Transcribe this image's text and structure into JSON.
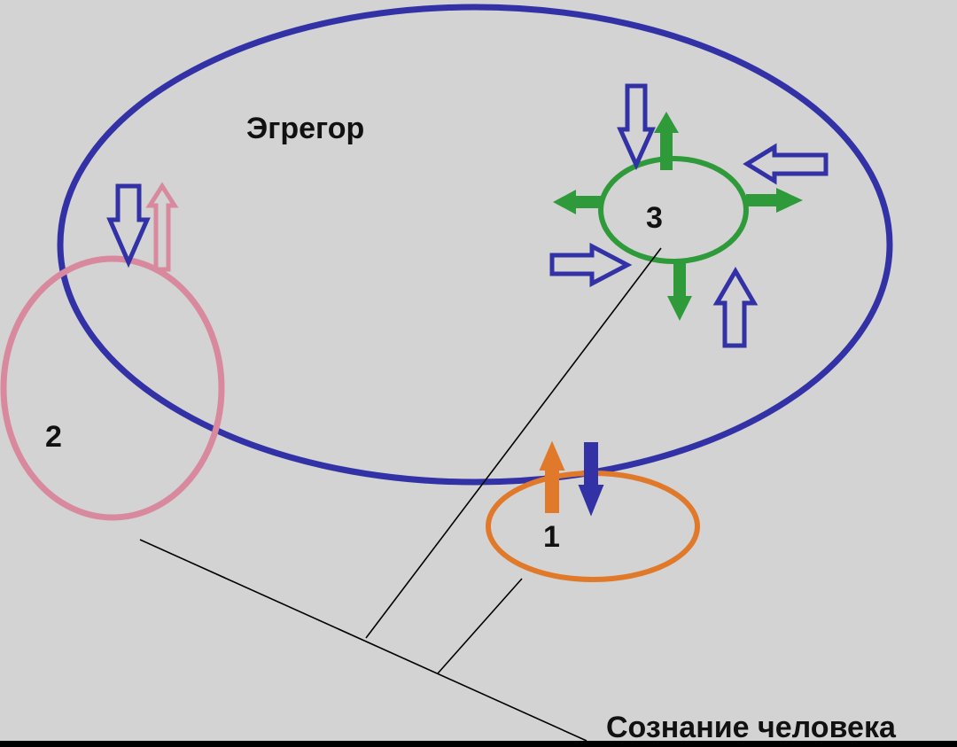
{
  "diagram": {
    "colors": {
      "background": "#d3d3d3",
      "frame": "#000000",
      "egregore": "#3232a6",
      "human_1": "#e07a2a",
      "human_2": "#d9899e",
      "human_3": "#2e9a3a",
      "lines": "#000000",
      "text": "#111111"
    },
    "labels": {
      "egregore": "Эгрегор",
      "human_1": "1",
      "human_2": "2",
      "human_3": "3",
      "caption": "Сознание человека"
    }
  }
}
